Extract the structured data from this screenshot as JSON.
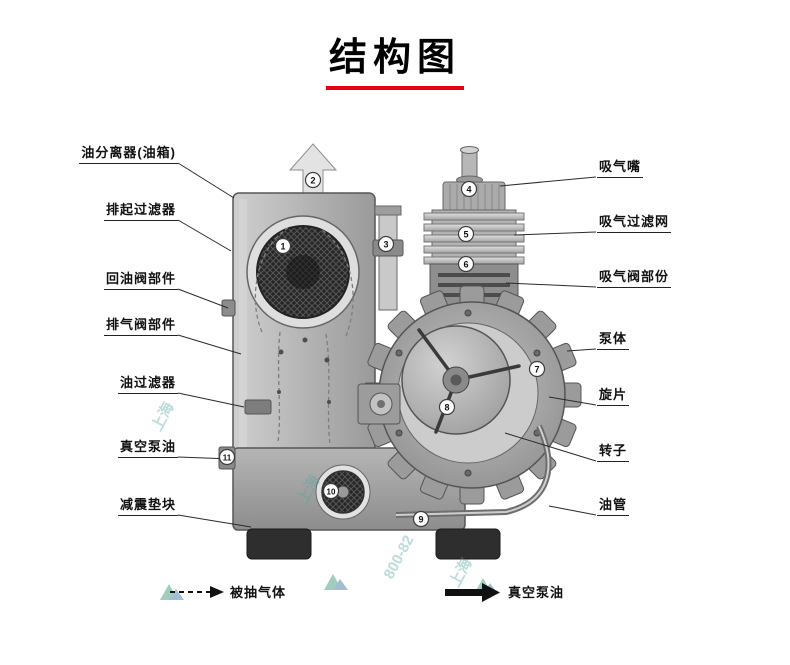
{
  "title": {
    "text": "结构图"
  },
  "colors": {
    "accent_red": "#e60012",
    "leader_line": "#2b2b2b",
    "watermark": "#57a8a0"
  },
  "labels_left": [
    {
      "text": "油分离器(油箱)"
    },
    {
      "text": "排起过滤器"
    },
    {
      "text": "回油阀部件"
    },
    {
      "text": "排气阀部件"
    },
    {
      "text": "油过滤器"
    },
    {
      "text": "真空泵油"
    },
    {
      "text": "减震垫块"
    }
  ],
  "labels_right": [
    {
      "text": "吸气嘴"
    },
    {
      "text": "吸气过滤网"
    },
    {
      "text": "吸气阀部份"
    },
    {
      "text": "泵体"
    },
    {
      "text": "旋片"
    },
    {
      "text": "转子"
    },
    {
      "text": "油管"
    }
  ],
  "callouts": [
    "1",
    "2",
    "3",
    "4",
    "5",
    "6",
    "7",
    "8",
    "9",
    "10",
    "11"
  ],
  "legend": [
    {
      "style": "dashed",
      "text": "被抽气体"
    },
    {
      "style": "solid",
      "text": "真空泵油"
    }
  ],
  "watermark": {
    "brand": "上海",
    "phone": "800-82"
  }
}
